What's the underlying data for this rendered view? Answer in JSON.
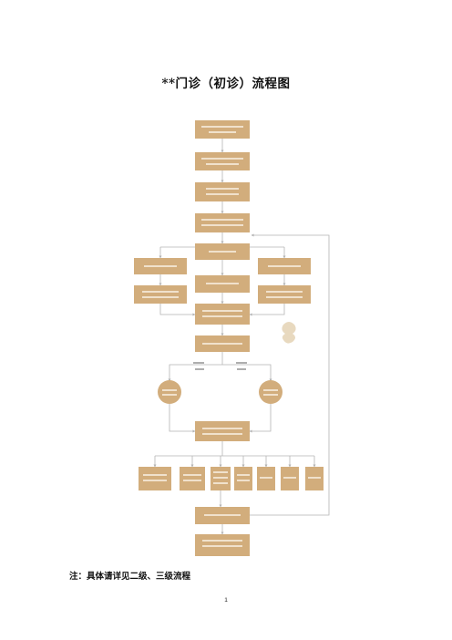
{
  "document": {
    "title": "**门诊（初诊）流程图",
    "note": "注：具体请详见二级、三级流程",
    "page_number": "1"
  },
  "colors": {
    "box_fill": "#d2ad7c",
    "box_fill_alt": "#c9a16d",
    "box_text": "#f6ebda",
    "connector": "#b4b4b4"
  }
}
